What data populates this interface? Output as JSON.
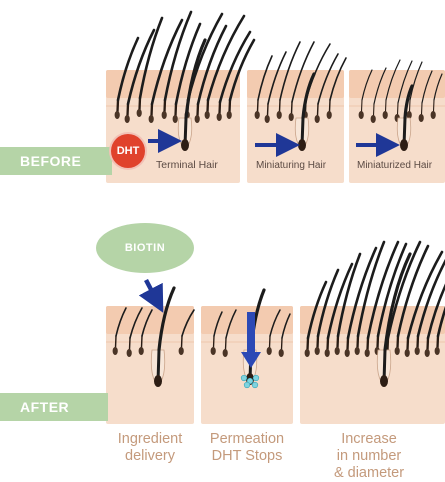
{
  "before_label": "BEFORE",
  "after_label": "AFTER",
  "dht_badge": "DHT",
  "biotin_badge": "BIOTIN",
  "before_panels": [
    {
      "label": "Terminal Hair"
    },
    {
      "label": "Miniaturing Hair"
    },
    {
      "label": "Miniaturized Hair"
    }
  ],
  "after_captions": [
    {
      "line1": "Ingredient",
      "line2": "delivery",
      "line3": ""
    },
    {
      "line1": "Permeation",
      "line2": "DHT Stops",
      "line3": ""
    },
    {
      "line1": "Increase",
      "line2": "in number",
      "line3": "& diameter"
    }
  ],
  "colors": {
    "skin_top": "#f3cbb0",
    "skin_lower": "#f6ddcb",
    "hair": "#1c1c1c",
    "follicle": "#4a3426",
    "banner": "#b5d4a7",
    "dht": "#e0422c",
    "arrow": "#1f3797",
    "caption": "#c49a7c"
  },
  "icons": [
    "right-arrow-icon",
    "down-arrow-icon",
    "dht-particle-icon"
  ]
}
